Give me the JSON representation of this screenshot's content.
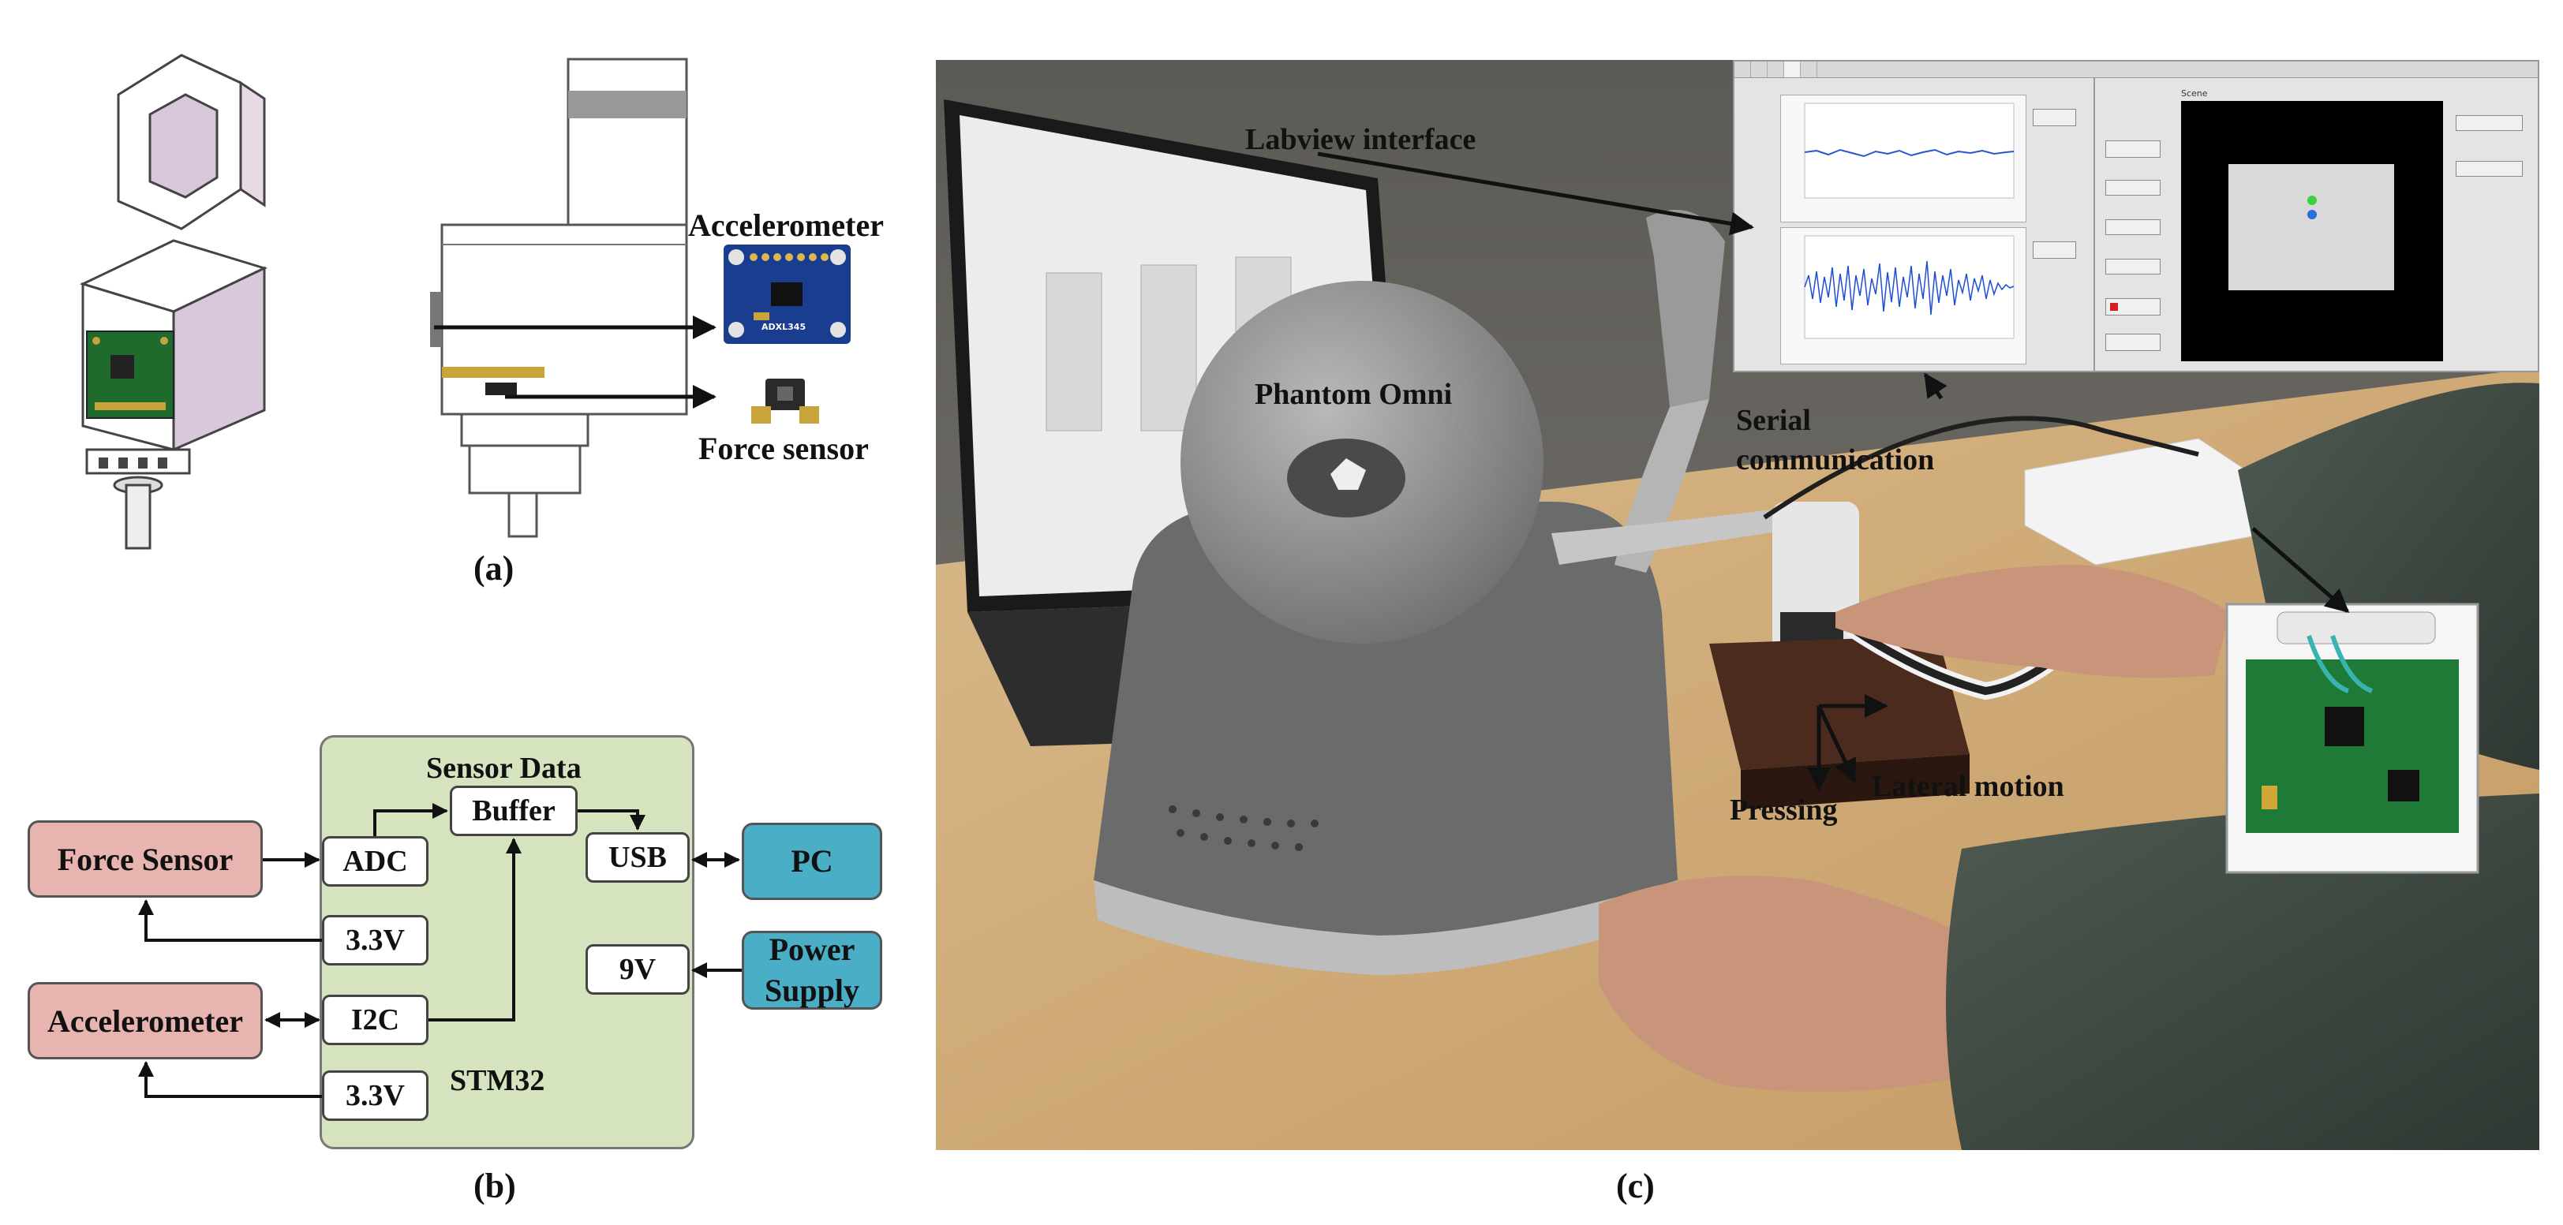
{
  "panel_a": {
    "caption": "(a)",
    "accelerometer_label": "Accelerometer",
    "force_sensor_label": "Force sensor",
    "chip_text": "ADXL345"
  },
  "panel_b": {
    "caption": "(b)",
    "mcu_label": "STM32",
    "sensor_data_label": "Sensor Data",
    "force_sensor": "Force Sensor",
    "accelerometer": "Accelerometer",
    "pc": "PC",
    "power_supply_line1": "Power",
    "power_supply_line2": "Supply",
    "adc": "ADC",
    "buffer": "Buffer",
    "usb": "USB",
    "v33_top": "3.3V",
    "v9": "9V",
    "i2c": "I2C",
    "v33_bottom": "3.3V",
    "colors": {
      "pink": "#e8b4b0",
      "teal": "#4aaec6",
      "green": "#d5e3bf"
    }
  },
  "panel_c": {
    "caption": "(c)",
    "labview_label": "Labview interface",
    "phantom_label": "Phantom Omni",
    "serial_label_line1": "Serial",
    "serial_label_line2": "communication",
    "pressing_label": "Pressing",
    "lateral_label": "Lateral motion",
    "ui_right_panel_label": "Scene"
  }
}
